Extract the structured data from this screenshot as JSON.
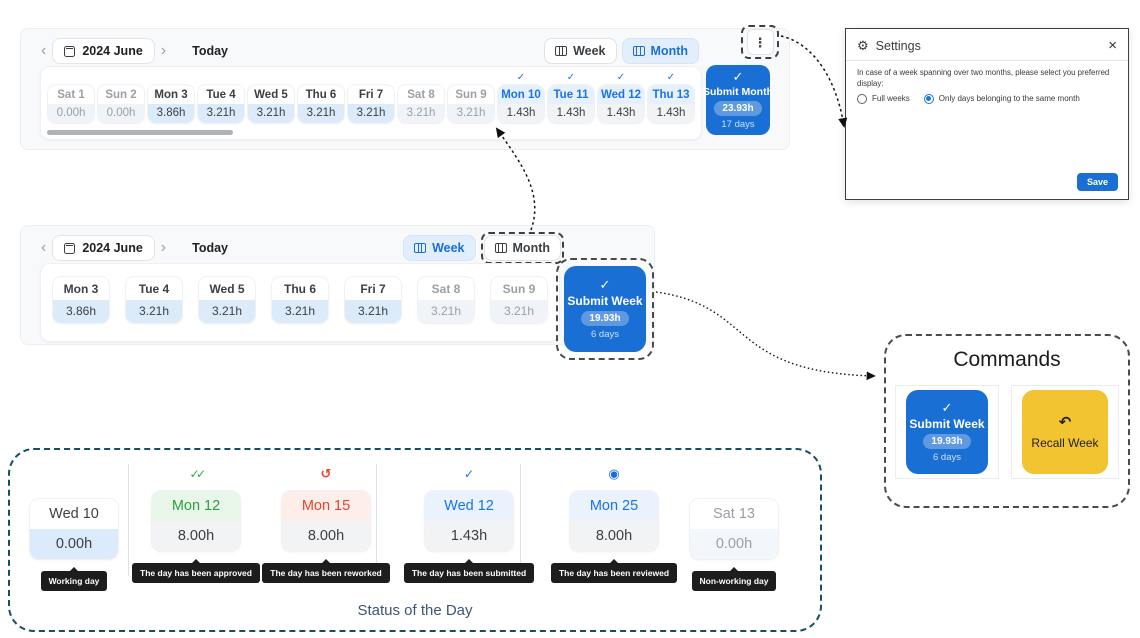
{
  "icons": {
    "check": "✓",
    "menu": "⋮",
    "gear": "⚙",
    "close": "×",
    "undo": "↶"
  },
  "colors": {
    "primary_blue": "#1a6fd4",
    "light_blue": "#dcebfa",
    "yellow": "#f2c431",
    "green": "#34a853",
    "red": "#e8442a",
    "tooltip_bg": "#1d1d1d",
    "legend_border": "#174e63"
  },
  "month_view": {
    "nav": {
      "prev": "‹",
      "label": "2024 June",
      "next": "›",
      "today": "Today"
    },
    "toggle": {
      "week": "Week",
      "month": "Month",
      "selected": "Month"
    },
    "days": [
      {
        "label": "Sat 1",
        "hours": "0.00h",
        "state": "weekend"
      },
      {
        "label": "Sun 2",
        "hours": "0.00h",
        "state": "weekend"
      },
      {
        "label": "Mon 3",
        "hours": "3.86h",
        "state": "normal"
      },
      {
        "label": "Tue 4",
        "hours": "3.21h",
        "state": "normal"
      },
      {
        "label": "Wed 5",
        "hours": "3.21h",
        "state": "normal"
      },
      {
        "label": "Thu 6",
        "hours": "3.21h",
        "state": "normal"
      },
      {
        "label": "Fri 7",
        "hours": "3.21h",
        "state": "normal"
      },
      {
        "label": "Sat 8",
        "hours": "3.21h",
        "state": "weekend"
      },
      {
        "label": "Sun 9",
        "hours": "3.21h",
        "state": "weekend"
      },
      {
        "label": "Mon 10",
        "hours": "1.43h",
        "state": "submitted"
      },
      {
        "label": "Tue 11",
        "hours": "1.43h",
        "state": "submitted"
      },
      {
        "label": "Wed 12",
        "hours": "1.43h",
        "state": "submitted"
      },
      {
        "label": "Thu 13",
        "hours": "1.43h",
        "state": "submitted"
      }
    ],
    "submit": {
      "label": "Submit Month",
      "total": "23.93h",
      "days": "17 days"
    }
  },
  "week_view": {
    "nav": {
      "prev": "‹",
      "label": "2024 June",
      "next": "›",
      "today": "Today"
    },
    "toggle": {
      "week": "Week",
      "month": "Month",
      "selected": "Week"
    },
    "days": [
      {
        "label": "Mon 3",
        "hours": "3.86h",
        "state": "normal"
      },
      {
        "label": "Tue 4",
        "hours": "3.21h",
        "state": "normal"
      },
      {
        "label": "Wed 5",
        "hours": "3.21h",
        "state": "normal"
      },
      {
        "label": "Thu 6",
        "hours": "3.21h",
        "state": "normal"
      },
      {
        "label": "Fri 7",
        "hours": "3.21h",
        "state": "normal"
      },
      {
        "label": "Sat 8",
        "hours": "3.21h",
        "state": "weekend"
      },
      {
        "label": "Sun 9",
        "hours": "3.21h",
        "state": "weekend"
      }
    ],
    "submit": {
      "label": "Submit Week",
      "total": "19.93h",
      "days": "6 days"
    }
  },
  "settings": {
    "title": "Settings",
    "description": "In case of a week spanning over two months, please select you preferred display:",
    "options": [
      {
        "label": "Full weeks",
        "selected": false
      },
      {
        "label": "Only days belonging to the same month",
        "selected": true
      }
    ],
    "save_label": "Save"
  },
  "commands": {
    "title": "Commands",
    "submit_week": {
      "label": "Submit Week",
      "total": "19.93h",
      "days": "6 days"
    },
    "recall_week": {
      "label": "Recall Week"
    }
  },
  "status_legend": {
    "caption": "Status of the Day",
    "cards": [
      {
        "day": "Wed 10",
        "hours": "0.00h",
        "tooltip": "Working day",
        "state": "working",
        "glyph": ""
      },
      {
        "day": "Mon 12",
        "hours": "8.00h",
        "tooltip": "The day has been approved",
        "state": "approved",
        "glyph": "✓✓",
        "icon": "double-check-icon"
      },
      {
        "day": "Mon 15",
        "hours": "8.00h",
        "tooltip": "The day has been reworked",
        "state": "reworked",
        "glyph": "↺",
        "icon": "redo-icon"
      },
      {
        "day": "Wed 12",
        "hours": "1.43h",
        "tooltip": "The day has been submitted",
        "state": "submitted",
        "glyph": "✓",
        "icon": "check-icon"
      },
      {
        "day": "Mon 25",
        "hours": "8.00h",
        "tooltip": "The day has been reviewed",
        "state": "reviewed",
        "glyph": "◉",
        "icon": "eye-icon"
      },
      {
        "day": "Sat 13",
        "hours": "0.00h",
        "tooltip": "Non-working day",
        "state": "nonworking",
        "glyph": ""
      }
    ]
  }
}
